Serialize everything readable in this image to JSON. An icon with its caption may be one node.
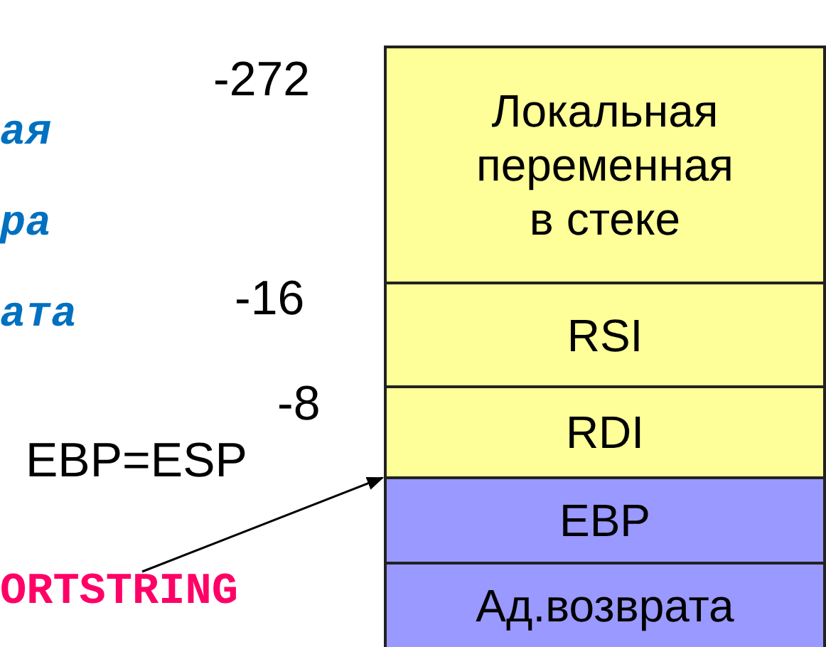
{
  "diagram": {
    "nodes": [
      {
        "text": [
          "Локальная переменная в стеке"
        ]
      },
      {
        "text": [
          "RSI"
        ]
      },
      {
        "text": [
          "RDI"
        ]
      },
      {
        "text": [
          "EBP"
        ]
      },
      {
        "text": [
          "Ад.возврата"
        ]
      },
      {
        "text": [
          "ORTSTRING"
        ]
      }
    ],
    "edges": [
      {
        "from": 5,
        "to": 3,
        "arrow": "to"
      }
    ],
    "labels": [
      "-272",
      "ая",
      "ра",
      "-16",
      "ата",
      "-8",
      "EBP=ESP"
    ]
  }
}
